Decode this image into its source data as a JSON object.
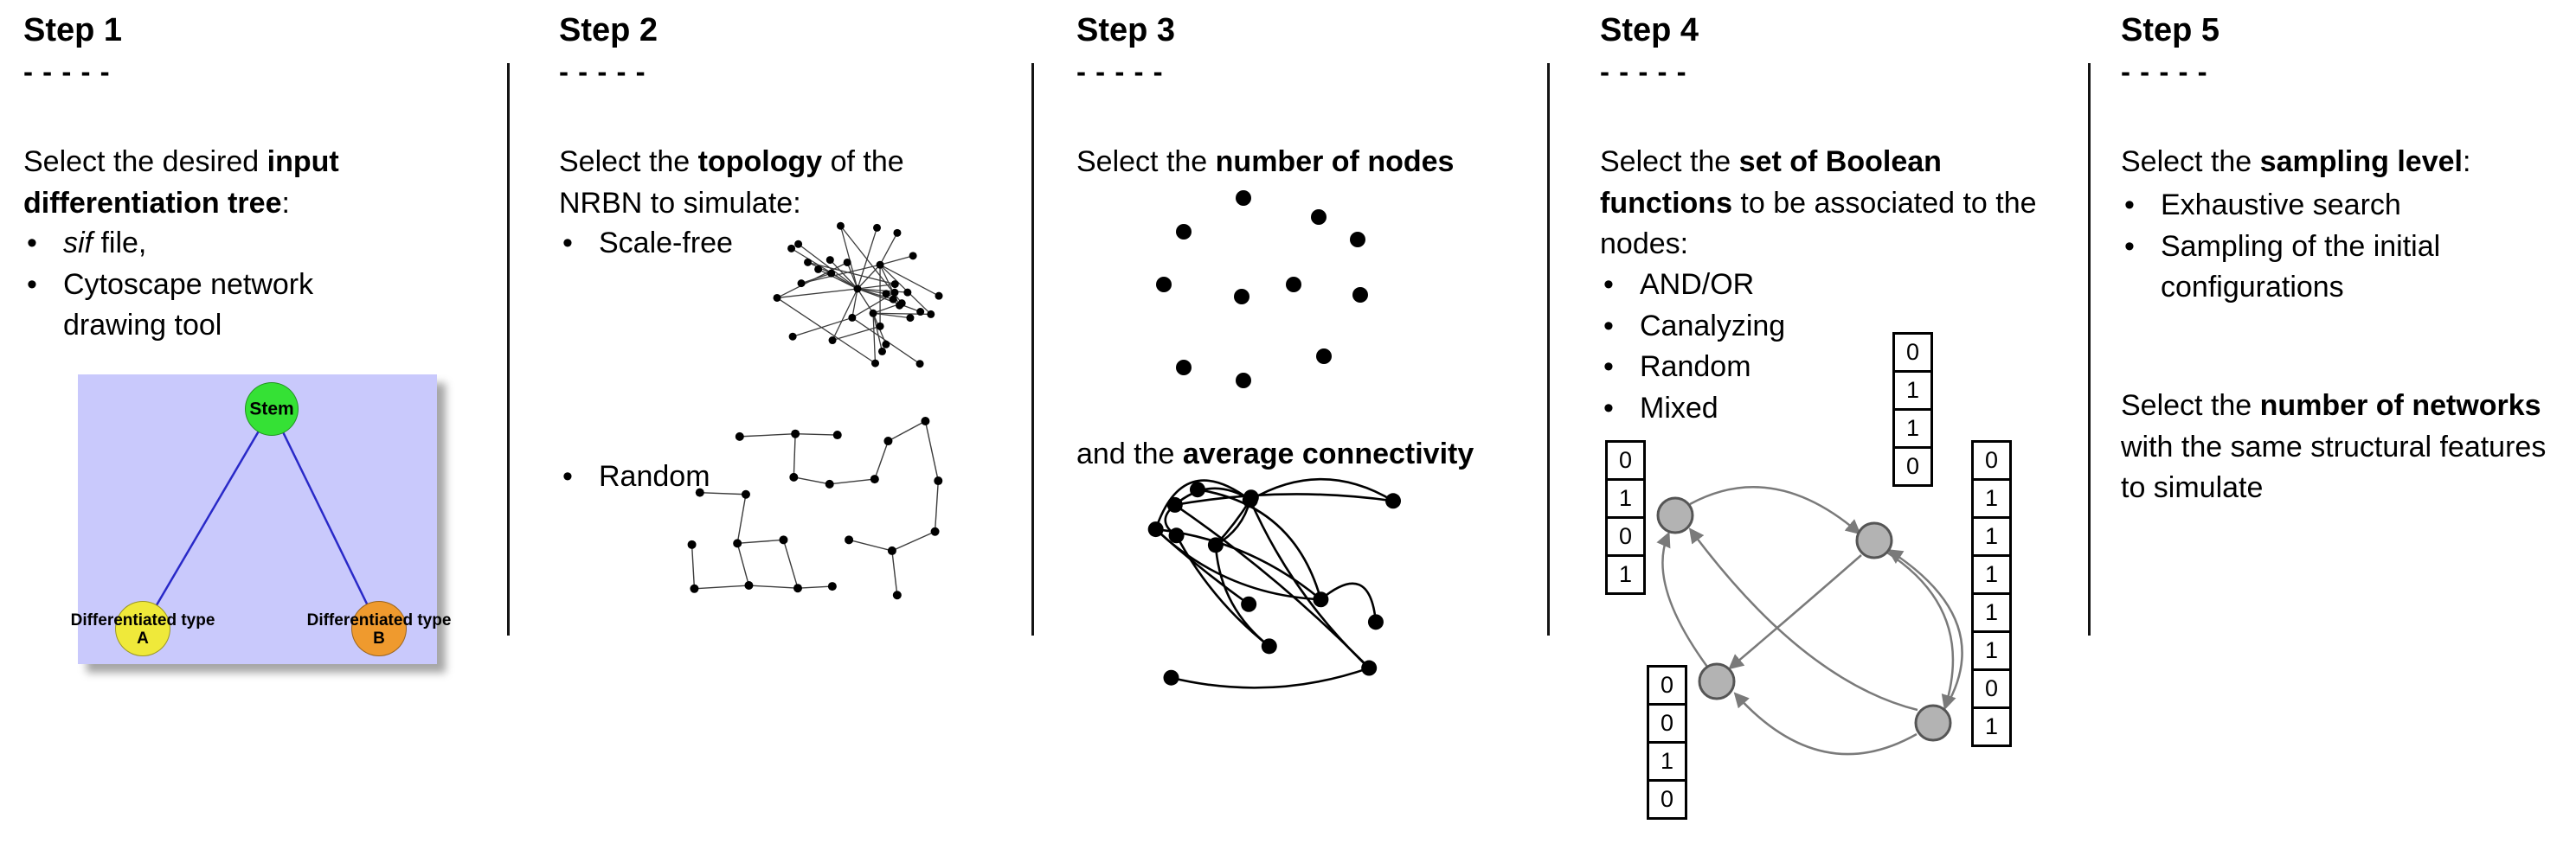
{
  "figure": {
    "divider_color": "#141414"
  },
  "steps": [
    {
      "title": "Step 1",
      "dashes": "- - - - -",
      "text": {
        "pre": "Select the desired ",
        "bold": "input differentiation tree",
        "post": ":"
      },
      "bullets": [
        {
          "italic": "sif",
          "text": " file,"
        },
        {
          "italic": "",
          "text": "Cytoscape network drawing tool"
        }
      ],
      "tree": {
        "background": "#c9c9fc",
        "edge_color": "#2929c8",
        "nodes": [
          {
            "label": "Stem",
            "color": "#35e135"
          },
          {
            "label": "Differentiated type A",
            "color": "#efe93a"
          },
          {
            "label": "Differentiated type B",
            "color": "#ef9a2e"
          }
        ]
      }
    },
    {
      "title": "Step 2",
      "dashes": "- - - - -",
      "text": {
        "pre": "Select the ",
        "bold": "topology",
        "post": " of the NRBN to simulate:"
      },
      "bullets": [
        {
          "text": "Scale-free"
        },
        {
          "text": "Random"
        }
      ]
    },
    {
      "title": "Step 3",
      "dashes": "- - - - -",
      "text1": {
        "pre": "Select the ",
        "bold": "number of nodes",
        "post": ""
      },
      "text2": {
        "pre": "and the ",
        "bold": "average connectivity",
        "post": ""
      }
    },
    {
      "title": "Step 4",
      "dashes": "- - - - -",
      "text": {
        "pre": "Select the ",
        "bold": "set of Boolean functions",
        "post": " to be associated to the nodes:"
      },
      "bullets": [
        {
          "text": "AND/OR"
        },
        {
          "text": "Canalyzing"
        },
        {
          "text": "Random"
        },
        {
          "text": "Mixed"
        }
      ],
      "graph": {
        "node_fill": "#b3b3b3",
        "node_stroke": "#555555",
        "arrow_color": "#7a7a7a"
      },
      "truth_tables": {
        "left": [
          "0",
          "1",
          "0",
          "1"
        ],
        "top": [
          "0",
          "1",
          "1",
          "0"
        ],
        "bottom_left": [
          "0",
          "0",
          "1",
          "0"
        ],
        "right": [
          "0",
          "1",
          "1",
          "1",
          "1",
          "1",
          "0",
          "1"
        ]
      }
    },
    {
      "title": "Step 5",
      "dashes": "- - - - -",
      "text1": {
        "pre": "Select the ",
        "bold": "sampling level",
        "post": ":"
      },
      "bullets": [
        {
          "text": "Exhaustive search"
        },
        {
          "text": "Sampling of the initial configurations"
        }
      ],
      "text2": {
        "pre": "Select the ",
        "bold": "number of networks",
        "post": " with the same structural features to simulate"
      }
    }
  ]
}
